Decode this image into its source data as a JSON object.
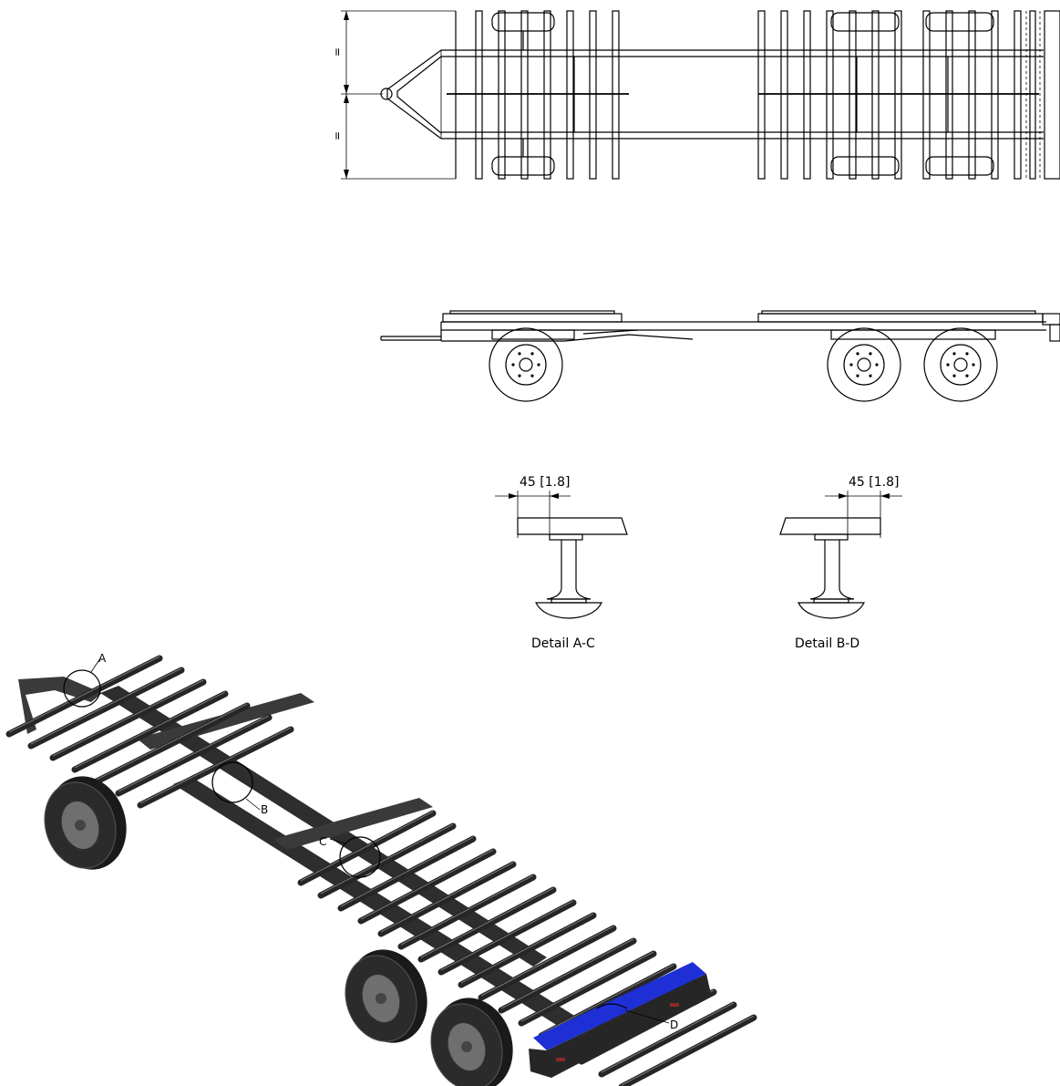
{
  "drawing": {
    "top_view": {
      "dim_mark_upper": "=",
      "dim_mark_lower": "="
    },
    "details": [
      {
        "dimension": "45 [1.8]",
        "caption": "Detail A-C"
      },
      {
        "dimension": "45 [1.8]",
        "caption": "Detail B-D"
      }
    ],
    "iso_view": {
      "callouts": [
        "A",
        "B",
        "C",
        "D"
      ],
      "accent_color": "#1f2fd6",
      "frame_color": "#262626",
      "tire_color": "#1a1a1a",
      "rim_color": "#6f6f6f"
    }
  }
}
